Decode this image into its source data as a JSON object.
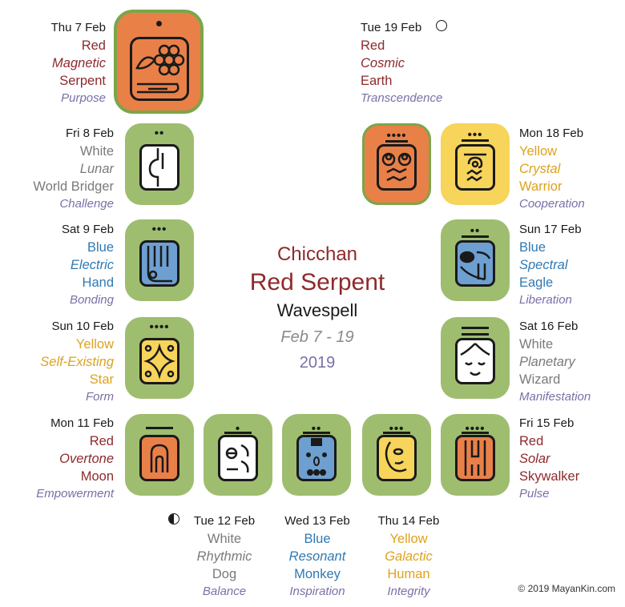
{
  "title": {
    "seal": "Chicchan",
    "name": "Red Serpent",
    "sub": "Wavespell",
    "range": "Feb 7 - 19",
    "year": "2019"
  },
  "copyright": "© 2019 MayanKin.com",
  "days": {
    "d7": {
      "date": "Thu 7 Feb",
      "color": "Red",
      "tone": "Magnetic",
      "seal": "Serpent",
      "action": "Purpose"
    },
    "d8": {
      "date": "Fri 8 Feb",
      "color": "White",
      "tone": "Lunar",
      "seal": "World Bridger",
      "action": "Challenge"
    },
    "d9": {
      "date": "Sat 9 Feb",
      "color": "Blue",
      "tone": "Electric",
      "seal": "Hand",
      "action": "Bonding"
    },
    "d10": {
      "date": "Sun 10 Feb",
      "color": "Yellow",
      "tone": "Self-Existing",
      "seal": "Star",
      "action": "Form"
    },
    "d11": {
      "date": "Mon 11 Feb",
      "color": "Red",
      "tone": "Overtone",
      "seal": "Moon",
      "action": "Empowerment"
    },
    "d12": {
      "date": "Tue 12 Feb",
      "color": "White",
      "tone": "Rhythmic",
      "seal": "Dog",
      "action": "Balance"
    },
    "d13": {
      "date": "Wed 13 Feb",
      "color": "Blue",
      "tone": "Resonant",
      "seal": "Monkey",
      "action": "Inspiration"
    },
    "d14": {
      "date": "Thu 14 Feb",
      "color": "Yellow",
      "tone": "Galactic",
      "seal": "Human",
      "action": "Integrity"
    },
    "d15": {
      "date": "Fri 15 Feb",
      "color": "Red",
      "tone": "Solar",
      "seal": "Skywalker",
      "action": "Pulse"
    },
    "d16": {
      "date": "Sat 16 Feb",
      "color": "White",
      "tone": "Planetary",
      "seal": "Wizard",
      "action": "Manifestation"
    },
    "d17": {
      "date": "Sun 17 Feb",
      "color": "Blue",
      "tone": "Spectral",
      "seal": "Eagle",
      "action": "Liberation"
    },
    "d18": {
      "date": "Mon 18 Feb",
      "color": "Yellow",
      "tone": "Crystal",
      "seal": "Warrior",
      "action": "Cooperation"
    },
    "d19": {
      "date": "Tue 19 Feb",
      "color": "Red",
      "tone": "Cosmic",
      "seal": "Earth",
      "action": "Transcendence"
    }
  },
  "tones": {
    "t7": "•",
    "t8": "••",
    "t9": "•••",
    "t10": "••••",
    "t12": "•",
    "t13": "••",
    "t14": "•••",
    "t15": "••••",
    "t17": "••",
    "t18": "•••",
    "t19": "••••"
  },
  "colors": {
    "red": "#e98048",
    "white": "#ffffff",
    "blue": "#6d9fd1",
    "yellow": "#f7d45a",
    "tile_green": "#9ebd6f",
    "red_text": "#8e2a2c",
    "blue_text": "#2f79b3",
    "yellow_text": "#dea21d",
    "white_text": "#7a7a7a",
    "action_text": "#7b6fa6"
  }
}
